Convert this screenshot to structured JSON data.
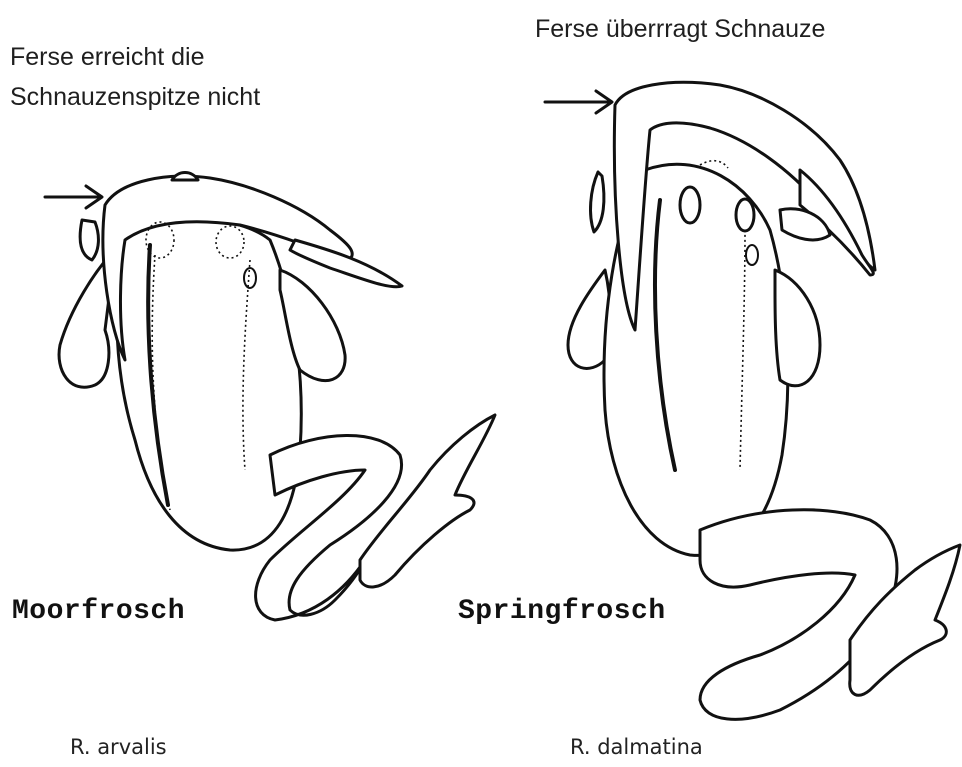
{
  "left": {
    "caption_line1": "Ferse erreicht die",
    "caption_line2": "Schnauzenspitze nicht",
    "common_name": "Moorfrosch",
    "latin_name": "R. arvalis"
  },
  "right": {
    "caption": "Ferse überrragt Schnauze",
    "common_name": "Springfrosch",
    "latin_name": "R. dalmatina"
  }
}
